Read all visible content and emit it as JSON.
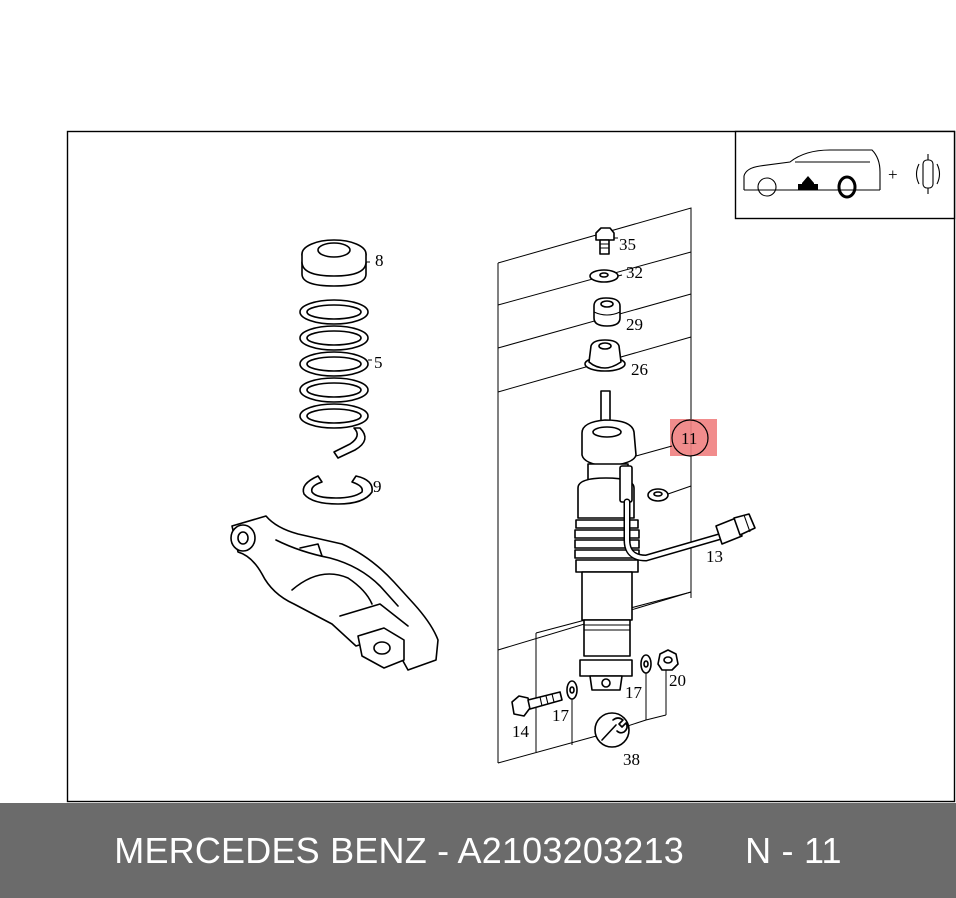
{
  "diagram": {
    "labels": {
      "p35": "35",
      "p32": "32",
      "p29": "29",
      "p26": "26",
      "p11": "11",
      "p13": "13",
      "p8": "8",
      "p5": "5",
      "p9": "9",
      "p17a": "17",
      "p17b": "17",
      "p20": "20",
      "p14": "14",
      "p38": "38"
    },
    "legend": {
      "plus_sign": "+"
    },
    "colors": {
      "highlight": "#f08080",
      "footer_background": "#6b6b6b",
      "footer_text": "#ffffff"
    },
    "icons": [
      "car-silhouette-icon",
      "arrow-up-icon",
      "wheel-icon",
      "shock-absorber-icon",
      "wrench-icon"
    ]
  },
  "footer": {
    "text": "MERCEDES BENZ - A2103203213      N - 11"
  }
}
